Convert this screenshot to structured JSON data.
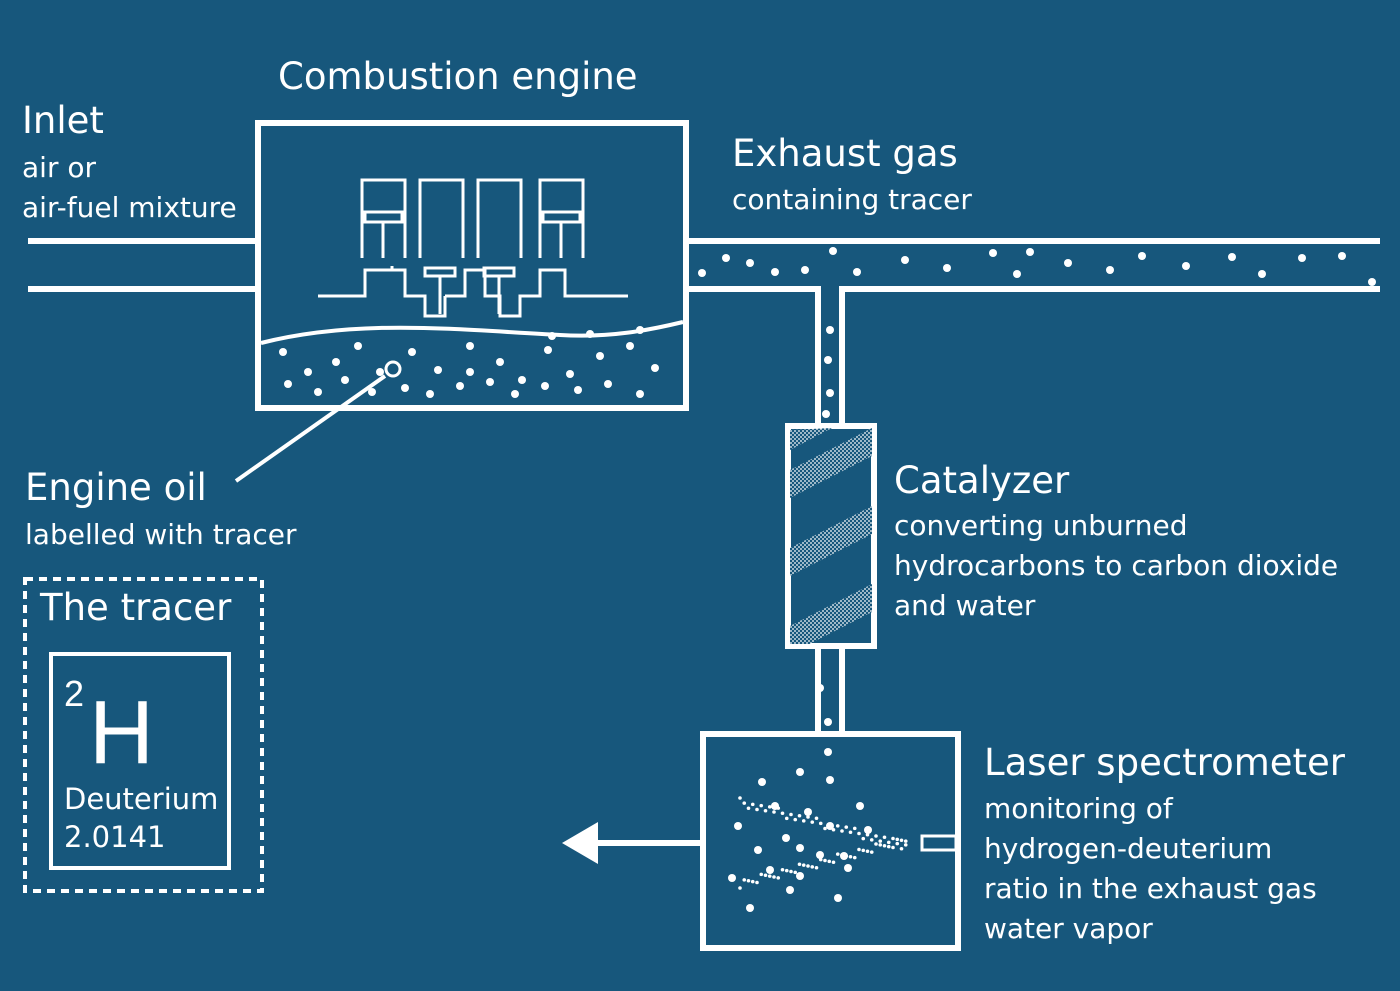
{
  "colors": {
    "background": "#17577c",
    "foreground": "#ffffff"
  },
  "inlet": {
    "title": "Inlet",
    "desc": [
      "air or",
      "air-fuel mixture"
    ]
  },
  "engine": {
    "title": "Combustion engine"
  },
  "exhaust": {
    "title": "Exhaust gas",
    "desc": "containing tracer"
  },
  "oil": {
    "title": "Engine oil",
    "desc": "labelled with tracer"
  },
  "catalyzer": {
    "title": "Catalyzer",
    "desc": [
      "converting unburned",
      "hydrocarbons to carbon dioxide",
      "and water"
    ]
  },
  "spectrometer": {
    "title": "Laser spectrometer",
    "desc": [
      "monitoring of",
      "hydrogen-deuterium",
      "ratio in the exhaust gas",
      "water vapor"
    ]
  },
  "tracer": {
    "title": "The tracer",
    "element": {
      "mass_number": "2",
      "symbol": "H",
      "name": "Deuterium",
      "mass": "2.0141"
    }
  },
  "icons": {
    "arrow": "arrow-left-icon",
    "pistons": "piston-icon",
    "dots": "tracer-particle-icon"
  }
}
